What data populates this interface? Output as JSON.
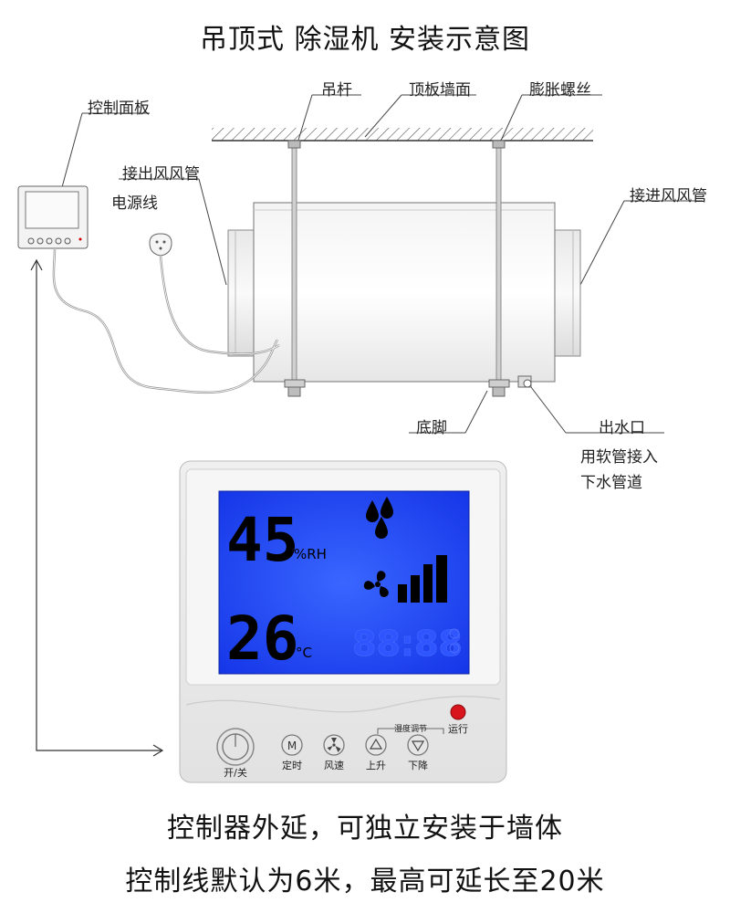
{
  "title": "吊顶式 除湿机 安装示意图",
  "labels": {
    "hanging_rod": "吊杆",
    "ceiling_wall": "顶板墙面",
    "expansion_screw": "膨胀螺丝",
    "control_panel": "控制面板",
    "outlet_duct": "接出风风管",
    "power_cord": "电源线",
    "inlet_duct": "接进风风管",
    "foot": "底脚",
    "water_outlet": "出水口",
    "water_note_1": "用软管接入",
    "water_note_2": "下水管道"
  },
  "controller": {
    "humidity_value": "45",
    "humidity_unit": "%RH",
    "temp_value": "26",
    "temp_unit": "°C",
    "timer_digits": "88:88",
    "run_label": "运行",
    "humidity_adjust_label": "湿度调节",
    "buttons": {
      "power": "开/关",
      "mode_glyph": "M",
      "timer": "定时",
      "fan": "风速",
      "up": "上升",
      "down": "下降"
    },
    "colors": {
      "lcd": "#1a44ff",
      "run_led": "#d8141c",
      "body": "#e6e6e6"
    }
  },
  "captions": {
    "line1": "控制器外延，可独立安装于墙体",
    "line2": "控制线默认为6米，最高可延长至20米"
  }
}
